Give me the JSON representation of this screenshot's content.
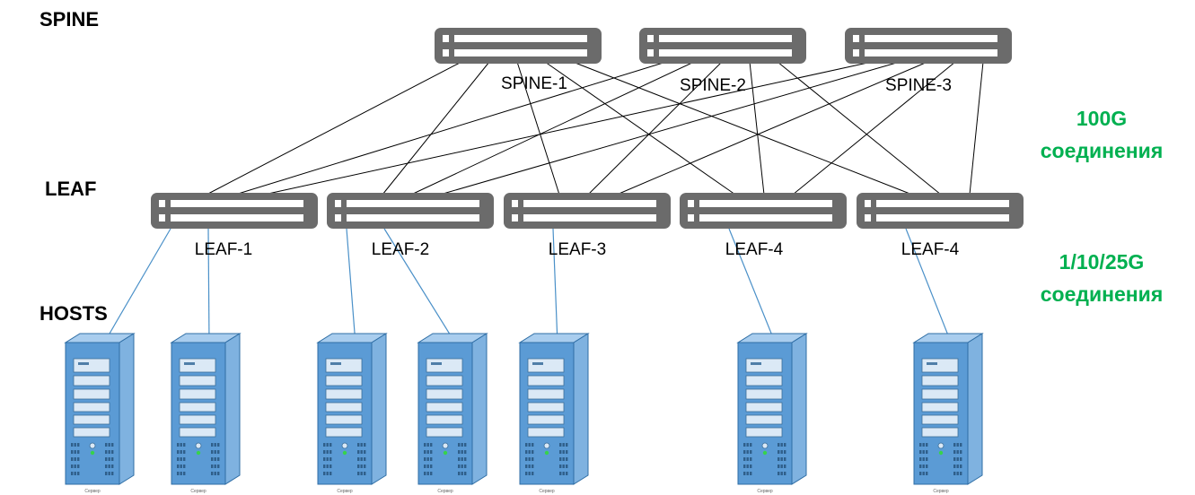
{
  "tiers": {
    "spine": "SPINE",
    "leaf": "LEAF",
    "hosts": "HOSTS"
  },
  "speeds": {
    "uplink_line1": "100G",
    "uplink_line2": "соединения",
    "downlink_line1": "1/10/25G",
    "downlink_line2": "соединения"
  },
  "spines": [
    {
      "id": "s1",
      "label": "SPINE-1"
    },
    {
      "id": "s2",
      "label": "SPINE-2"
    },
    {
      "id": "s3",
      "label": "SPINE-3"
    }
  ],
  "leaves": [
    {
      "id": "l1",
      "label": "LEAF-1"
    },
    {
      "id": "l2",
      "label": "LEAF-2"
    },
    {
      "id": "l3",
      "label": "LEAF-3"
    },
    {
      "id": "l4",
      "label": "LEAF-4"
    },
    {
      "id": "l5",
      "label": "LEAF-4"
    }
  ],
  "hosts": [
    {
      "id": "h1",
      "leaf": "l1",
      "caption": "Сервер"
    },
    {
      "id": "h2",
      "leaf": "l1",
      "caption": "Сервер"
    },
    {
      "id": "h3",
      "leaf": "l2",
      "caption": "Сервер"
    },
    {
      "id": "h4",
      "leaf": "l2",
      "caption": "Сервер"
    },
    {
      "id": "h5",
      "leaf": "l3",
      "caption": "Сервер"
    },
    {
      "id": "h6",
      "leaf": "l4",
      "caption": "Сервер"
    },
    {
      "id": "h7",
      "leaf": "l5",
      "caption": "Сервер"
    }
  ],
  "colors": {
    "switch": "#6b6b6b",
    "spine_link": "#000000",
    "host_link": "#4a90c8",
    "server": "#5b9bd5",
    "speed_text": "#00b050"
  }
}
